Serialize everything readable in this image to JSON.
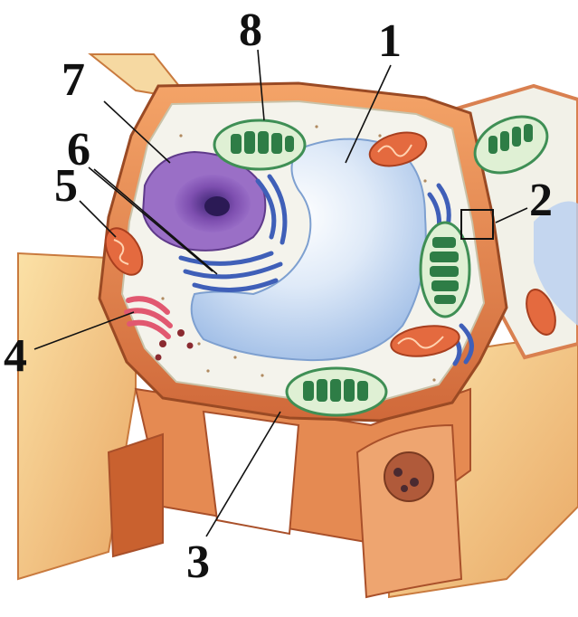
{
  "labels": {
    "l1": "1",
    "l2": "2",
    "l3": "3",
    "l4": "4",
    "l5": "5",
    "l6": "6",
    "l7": "7",
    "l8": "8"
  },
  "colors": {
    "background": "#ffffff",
    "cell_wall": "#e8874e",
    "cell_wall_dark": "#b8532a",
    "cytoplasm": "#f3f2ea",
    "vacuole": "#a9c6ec",
    "nucleus": "#8b57b8",
    "chloroplast": "#3f9a58",
    "mitochondrion": "#e0643c",
    "golgi": "#e15870",
    "er": "#3f5fb8",
    "outer_wall": "#f2c27a"
  }
}
